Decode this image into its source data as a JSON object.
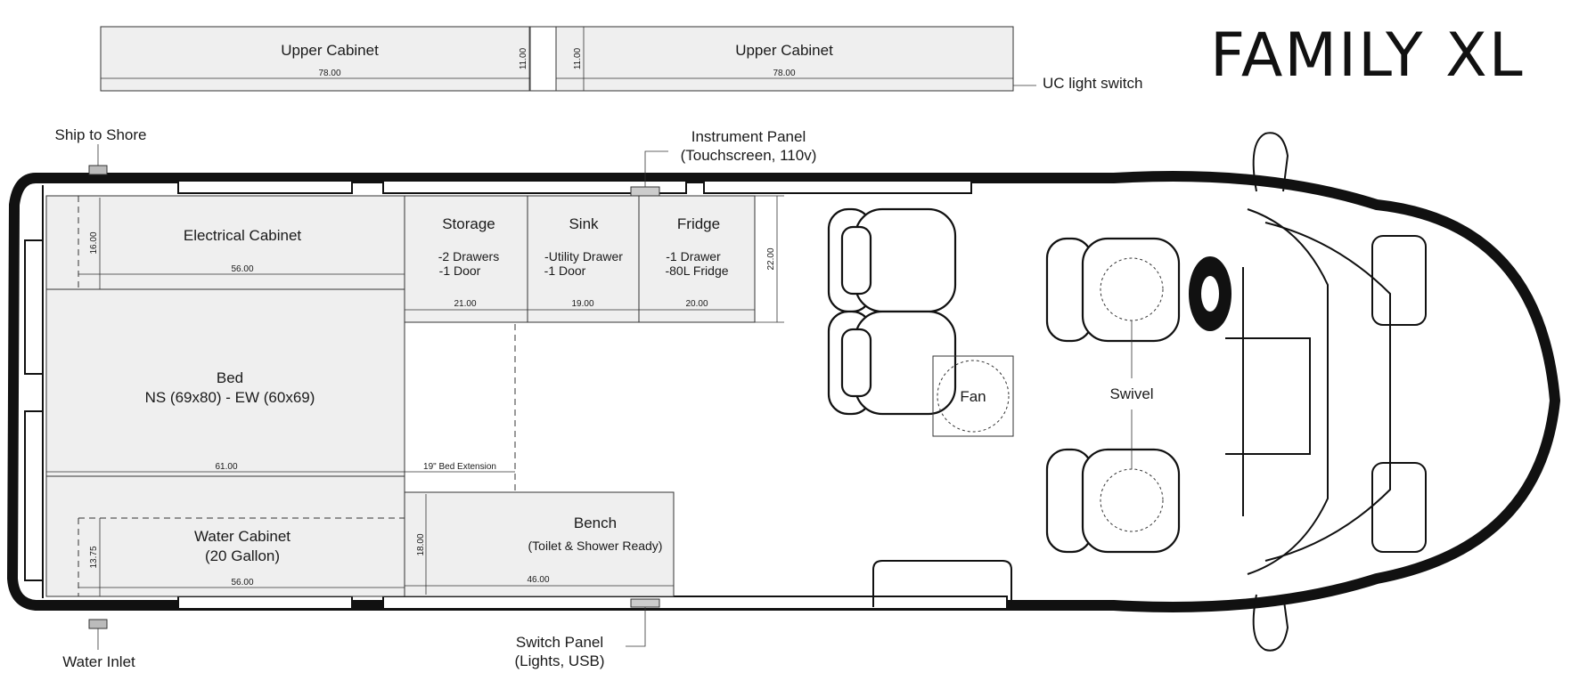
{
  "title": "FAMILY XL",
  "upper_cabinets": [
    {
      "label": "Upper Cabinet",
      "width_dim": "78.00",
      "depth_dim": "11.00"
    },
    {
      "label": "Upper Cabinet",
      "width_dim": "78.00",
      "depth_dim": "11.00"
    }
  ],
  "callouts": {
    "uc_light_switch": "UC light switch",
    "ship_to_shore": "Ship to Shore",
    "water_inlet": "Water Inlet",
    "instrument_panel_line1": "Instrument Panel",
    "instrument_panel_line2": "(Touchscreen, 110v)",
    "switch_panel_line1": "Switch Panel",
    "switch_panel_line2": "(Lights, USB)",
    "swivel": "Swivel",
    "fan": "Fan"
  },
  "zones": {
    "electrical": {
      "label": "Electrical Cabinet",
      "width_dim": "56.00",
      "depth_dim": "16.00"
    },
    "bed": {
      "line1": "Bed",
      "line2": "NS (69x80) - EW (60x69)",
      "width_dim": "61.00",
      "extension": "19\" Bed Extension"
    },
    "water": {
      "line1": "Water Cabinet",
      "line2": "(20 Gallon)",
      "width_dim": "56.00",
      "depth_dim": "13.75"
    },
    "storage": {
      "label": "Storage",
      "note1": "-2 Drawers",
      "note2": "-1 Door",
      "dim": "21.00"
    },
    "sink": {
      "label": "Sink",
      "note1": "-Utility Drawer",
      "note2": "-1 Door",
      "dim": "19.00"
    },
    "fridge": {
      "label": "Fridge",
      "note1": "-1 Drawer",
      "note2": "-80L Fridge",
      "dim": "20.00"
    },
    "galley_depth": "22.00",
    "bench": {
      "label": "Bench",
      "note": "(Toilet & Shower Ready)",
      "width_dim": "46.00",
      "depth_dim": "18.00"
    }
  }
}
